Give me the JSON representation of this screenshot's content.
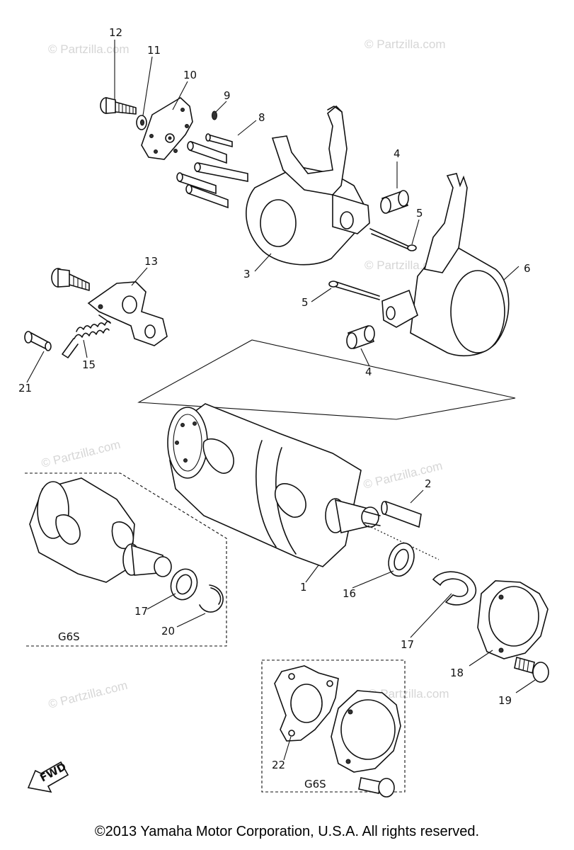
{
  "watermark": "© Partzilla.com",
  "part_numbers": {
    "p1": "1",
    "p2": "2",
    "p3": "3",
    "p4a": "4",
    "p4b": "4",
    "p5a": "5",
    "p5b": "5",
    "p6": "6",
    "p8": "8",
    "p9": "9",
    "p10": "10",
    "p11": "11",
    "p12": "12",
    "p13": "13",
    "p15": "15",
    "p16": "16",
    "p17a": "17",
    "p17b": "17",
    "p18": "18",
    "p19": "19",
    "p20": "20",
    "p21": "21",
    "p22": "22"
  },
  "variant_labels": {
    "left": "G6S",
    "bottom": "G6S"
  },
  "fwd_label": "FWD",
  "copyright": "©2013 Yamaha Motor Corporation, U.S.A. All rights reserved."
}
